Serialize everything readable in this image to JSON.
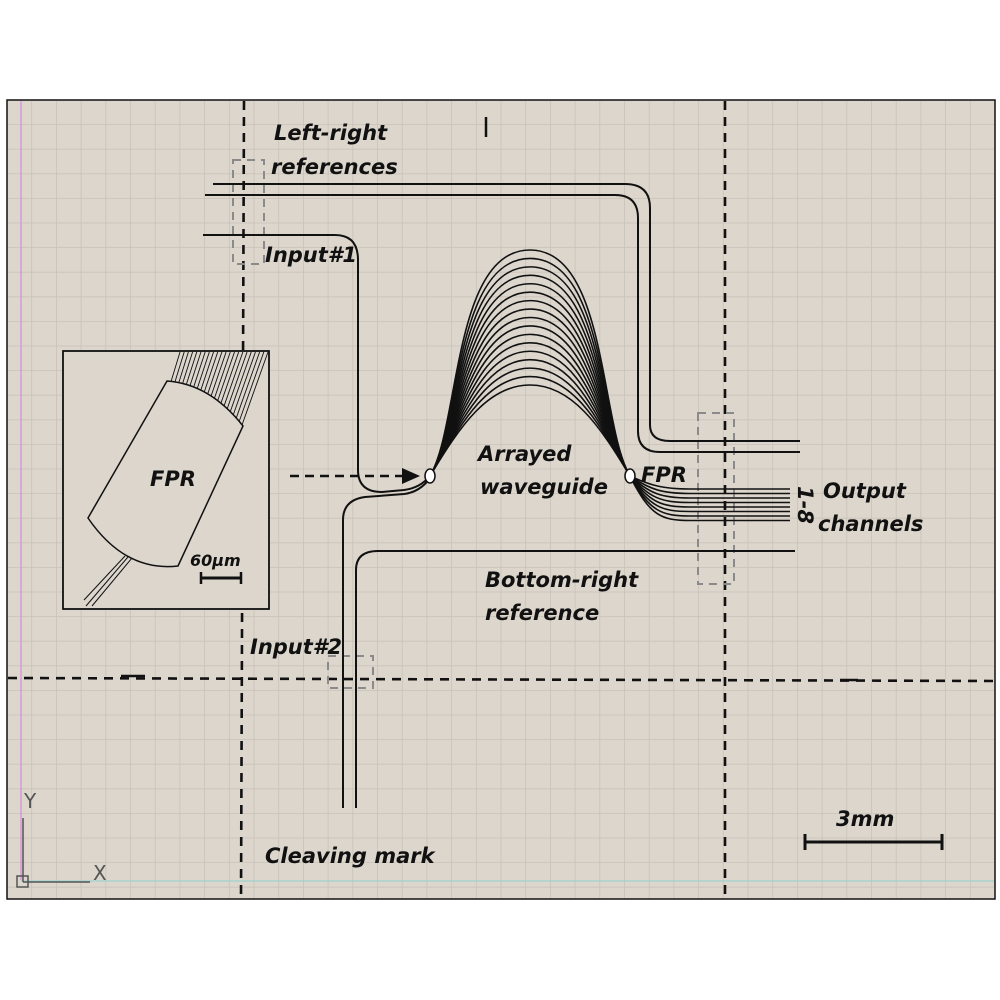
{
  "labels": {
    "left_right_line1": "Left-right",
    "left_right_line2": "references",
    "input1": "Input#1",
    "input2": "Input#2",
    "arrayed_line1": "Arrayed",
    "arrayed_line2": "waveguide",
    "fpr_main": "FPR",
    "fpr_inset": "FPR",
    "output_line1": "Output",
    "output_line2": "channels",
    "output_range": "1-8",
    "bottom_right_line1": "Bottom-right",
    "bottom_right_line2": "reference",
    "cleaving_mark": "Cleaving mark",
    "scale_main": "3mm",
    "scale_inset": "60μm"
  },
  "axis": {
    "y": "Y",
    "x": "X"
  },
  "colors": {
    "canvas": "#dcd6cd",
    "grid": "#c9c2b8",
    "line": "#111111",
    "dash_box": "#8a8a8a",
    "inset_bg": "#dcd6cd",
    "magenta_axis": "#d98ad9",
    "teal_axis": "#9fd3cf"
  },
  "counts": {
    "arrayed_waveguides": 17,
    "output_channels": 8
  }
}
